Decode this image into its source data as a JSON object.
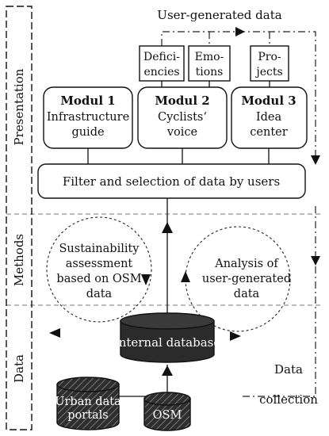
{
  "sections": {
    "presentation": "Presentation",
    "methods": "Methods",
    "data": "Data"
  },
  "top_label": "User-generated data",
  "sub_boxes": {
    "deficiencies": [
      "Defici-",
      "encies"
    ],
    "emotions": [
      "Emo-",
      "tions"
    ],
    "projects": [
      "Pro-",
      "jects"
    ]
  },
  "modules": [
    {
      "title": "Modul 1",
      "lines": [
        "Infrastructure",
        "guide"
      ]
    },
    {
      "title": "Modul 2",
      "lines": [
        "Cyclists‘",
        "voice"
      ]
    },
    {
      "title": "Modul 3",
      "lines": [
        "Idea",
        "center"
      ]
    }
  ],
  "filter_box": "Filter and selection of data by users",
  "methods": {
    "left": [
      "Sustainability",
      "assessment",
      "based on OSM",
      "data"
    ],
    "right": [
      "Analysis of",
      "user-generated",
      "data"
    ]
  },
  "databases": {
    "internal": "Internal database",
    "urban": [
      "Urban data",
      "portals"
    ],
    "osm": "OSM"
  },
  "data_collection": [
    "Data",
    "collection"
  ],
  "colors": {
    "cylinder_fill": "#2b2b2b",
    "hatched_cylinder": "#3a3a3a",
    "line": "#111111"
  }
}
